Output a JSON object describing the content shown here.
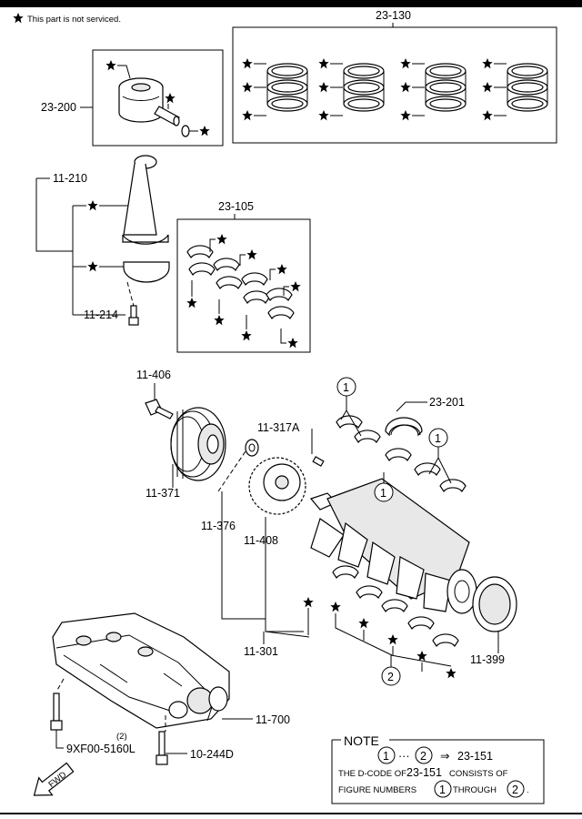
{
  "legend": {
    "star_note": "This part is not serviced."
  },
  "parts": {
    "p23_130": "23-130",
    "p23_200": "23-200",
    "p11_210": "11-210",
    "p23_105": "23-105",
    "p11_214": "11-214",
    "p11_406": "11-406",
    "p11_317A": "11-317A",
    "p23_201": "23-201",
    "p11_371": "11-371",
    "p11_376": "11-376",
    "p11_408": "11-408",
    "p11_301": "11-301",
    "p11_399": "11-399",
    "p11_700": "11-700",
    "p9xf00": "9XF00-5160L",
    "qty2": "(2)",
    "p10_244D": "10-244D"
  },
  "callouts": {
    "one": "1",
    "two": "2"
  },
  "fwd": "FWD",
  "note": {
    "title": "NOTE",
    "line1_mid": "···",
    "line1_arrow": "⇒",
    "line1_ref": "23-151",
    "line2_a": "THE D-CODE OF",
    "line2_ref": "23-151",
    "line2_b": "CONSISTS OF",
    "line3_a": "FIGURE NUMBERS",
    "line3_b": "THROUGH",
    "line3_end": "."
  },
  "colors": {
    "ink": "#000000",
    "paper": "#ffffff"
  },
  "icons": {
    "star": "star-icon",
    "callout": "circled-number-icon"
  }
}
